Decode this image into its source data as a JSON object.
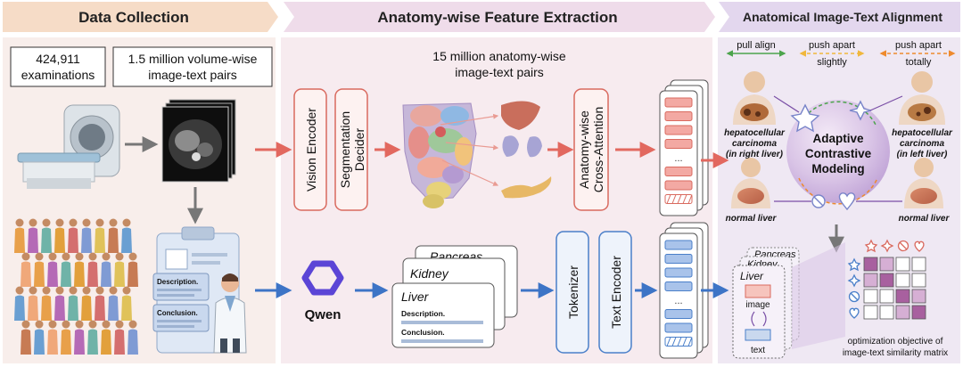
{
  "sections": {
    "data_collection": "Data Collection",
    "feature_extraction": "Anatomy-wise Feature Extraction",
    "alignment": "Anatomical Image-Text Alignment"
  },
  "stats": {
    "examinations_count": "424,911",
    "examinations_label": "examinations",
    "volume_pairs_line1": "1.5 million volume-wise",
    "volume_pairs_line2": "image-text pairs",
    "anatomy_pairs_line1": "15 million anatomy-wise",
    "anatomy_pairs_line2": "image-text pairs"
  },
  "report": {
    "description": "Description.",
    "conclusion": "Conclusion."
  },
  "modules": {
    "vision_encoder": "Vision Encoder",
    "segmentation_line1": "Segmentation",
    "segmentation_line2": "Decider",
    "cross_attention_line1": "Anatomy-wise",
    "cross_attention_line2": "Cross-Attention",
    "tokenizer": "Tokenizer",
    "text_encoder": "Text Encoder",
    "qwen": "Qwen"
  },
  "organ_cards": {
    "pancreas": "Pancreas",
    "kidney": "Kidney",
    "liver": "Liver",
    "description": "Description.",
    "conclusion": "Conclusion."
  },
  "alignment": {
    "pull_align": "pull align",
    "push_slightly_line1": "push apart",
    "push_slightly_line2": "slightly",
    "push_totally_line1": "push apart",
    "push_totally_line2": "totally",
    "hcc_left_line1": "hepatocellular",
    "hcc_left_line2": "carcinoma",
    "hcc_left_line3": "(in right liver)",
    "hcc_right_line1": "hepatocellular",
    "hcc_right_line2": "carcinoma",
    "hcc_right_line3": "(in left liver)",
    "normal_left": "normal liver",
    "normal_right": "normal liver",
    "acm_line1": "Adaptive",
    "acm_line2": "Contrastive",
    "acm_line3": "Modeling"
  },
  "matrix": {
    "stack_pancreas": "Pancreas",
    "stack_kidney": "Kidney",
    "stack_liver": "Liver",
    "image_label": "image",
    "text_label": "text",
    "caption_line1": "optimization objective of",
    "caption_line2": "image-text similarity matrix",
    "cells": [
      [
        2,
        1,
        0,
        0
      ],
      [
        1,
        2,
        0,
        0
      ],
      [
        0,
        0,
        2,
        1
      ],
      [
        0,
        0,
        1,
        2
      ]
    ],
    "icons": [
      "star-outline",
      "sparkle",
      "circle-slash",
      "heart"
    ]
  },
  "colors": {
    "header_left": "#f6dcc7",
    "header_mid": "#efdcea",
    "header_right": "#e3d7ee",
    "panel_left": "#f8eeeb",
    "panel_mid": "#f7ebef",
    "panel_right": "#efe8f3",
    "arrow_red": "#e2685f",
    "arrow_blue": "#3d74c6",
    "arrow_gray": "#777777",
    "matrix_strong": "#a8609f",
    "matrix_light": "#d6afd4",
    "qwen": "#5b45d6"
  }
}
